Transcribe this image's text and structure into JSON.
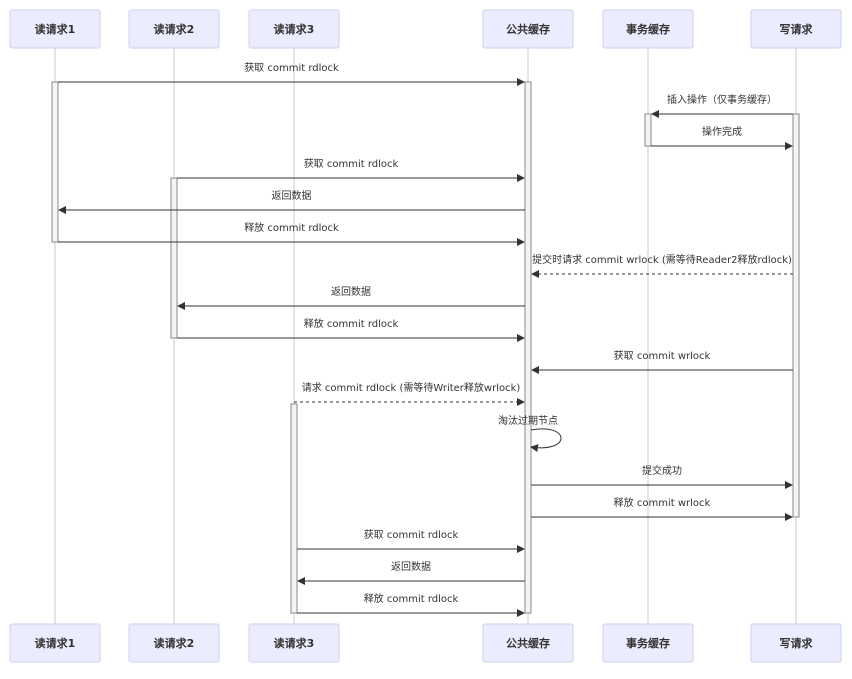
{
  "participants": [
    {
      "id": "r1",
      "label": "读请求1"
    },
    {
      "id": "r2",
      "label": "读请求2"
    },
    {
      "id": "r3",
      "label": "读请求3"
    },
    {
      "id": "pub",
      "label": "公共缓存"
    },
    {
      "id": "tx",
      "label": "事务缓存"
    },
    {
      "id": "w",
      "label": "写请求"
    }
  ],
  "messages": [
    {
      "from": "r1",
      "to": "pub",
      "label": "获取 commit rdlock",
      "dashed": false
    },
    {
      "from": "w",
      "to": "tx",
      "label": "插入操作（仅事务缓存）",
      "dashed": false
    },
    {
      "from": "tx",
      "to": "w",
      "label": "操作完成",
      "dashed": false
    },
    {
      "from": "r2",
      "to": "pub",
      "label": "获取 commit rdlock",
      "dashed": false
    },
    {
      "from": "pub",
      "to": "r1",
      "label": "返回数据",
      "dashed": false
    },
    {
      "from": "r1",
      "to": "pub",
      "label": "释放 commit rdlock",
      "dashed": false
    },
    {
      "from": "w",
      "to": "pub",
      "label": "提交时请求 commit wrlock (需等待Reader2释放rdlock)",
      "dashed": true
    },
    {
      "from": "pub",
      "to": "r2",
      "label": "返回数据",
      "dashed": false
    },
    {
      "from": "r2",
      "to": "pub",
      "label": "释放 commit rdlock",
      "dashed": false
    },
    {
      "from": "w",
      "to": "pub",
      "label": "获取 commit wrlock",
      "dashed": false
    },
    {
      "from": "r3",
      "to": "pub",
      "label": "请求 commit rdlock (需等待Writer释放wrlock)",
      "dashed": true
    },
    {
      "from": "pub",
      "to": "pub",
      "label": "淘汰过期节点",
      "dashed": false
    },
    {
      "from": "pub",
      "to": "w",
      "label": "提交成功",
      "dashed": false
    },
    {
      "from": "pub",
      "to": "w",
      "label": "释放 commit wrlock",
      "dashed": false
    },
    {
      "from": "r3",
      "to": "pub",
      "label": "获取 commit rdlock",
      "dashed": false
    },
    {
      "from": "pub",
      "to": "r3",
      "label": "返回数据",
      "dashed": false
    },
    {
      "from": "r3",
      "to": "pub",
      "label": "释放 commit rdlock",
      "dashed": false
    }
  ]
}
